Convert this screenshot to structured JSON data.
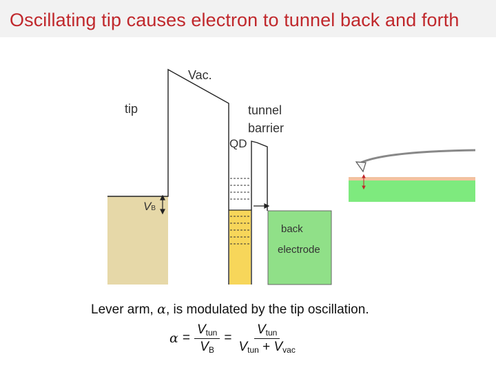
{
  "title": "Oscillating tip causes electron to tunnel back and forth",
  "labels": {
    "vac": "Vac.",
    "tip": "tip",
    "tunnel": "tunnel",
    "barrier": "barrier",
    "qd": "QD",
    "vb_main": "V",
    "vb_sub": "B",
    "back": "back",
    "electrode": "electrode"
  },
  "caption": {
    "before": "Lever arm, ",
    "alpha": "α",
    "after": ", is modulated by the tip oscillation."
  },
  "formula": {
    "alpha": "α",
    "eq": "=",
    "plus": "+",
    "v": "V",
    "tun": "tun",
    "b": "B",
    "vac": "vac"
  },
  "colors": {
    "title": "#c0282c",
    "tip_fill": "#e6d8a8",
    "qd_fill": "#f7d65a",
    "electrode_fill": "#90e088",
    "inset_sample": "#7eea7e",
    "inset_surface": "#f2c2a0",
    "cantilever": "#888888"
  }
}
